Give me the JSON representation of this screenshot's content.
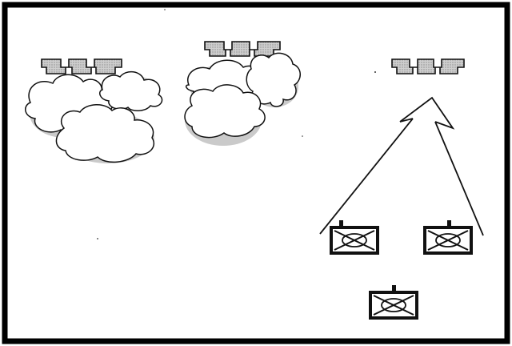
{
  "figure": {
    "border_color": "#000000",
    "background": "#ffffff",
    "stroke_color": "#111111",
    "satellite_fill": "#bdbdbd",
    "cloud_shadow": "#9a9a9a"
  },
  "satellites": [
    {
      "icon": "satellite-icon",
      "obscured_by_cloud": true
    },
    {
      "icon": "satellite-icon",
      "obscured_by_cloud": true
    },
    {
      "icon": "satellite-icon",
      "obscured_by_cloud": false
    }
  ],
  "cloud_banks": [
    {
      "icon": "cloud-icon",
      "puffs": 5
    },
    {
      "icon": "cloud-icon",
      "puffs": 4
    }
  ],
  "ground_stations": [
    {
      "icon": "antenna-unit-icon",
      "linked": true
    },
    {
      "icon": "antenna-unit-icon",
      "linked": true
    },
    {
      "icon": "antenna-unit-icon",
      "linked": false
    }
  ],
  "uplink": {
    "icon": "uplink-arrow-icon",
    "target": "satellite-3"
  }
}
